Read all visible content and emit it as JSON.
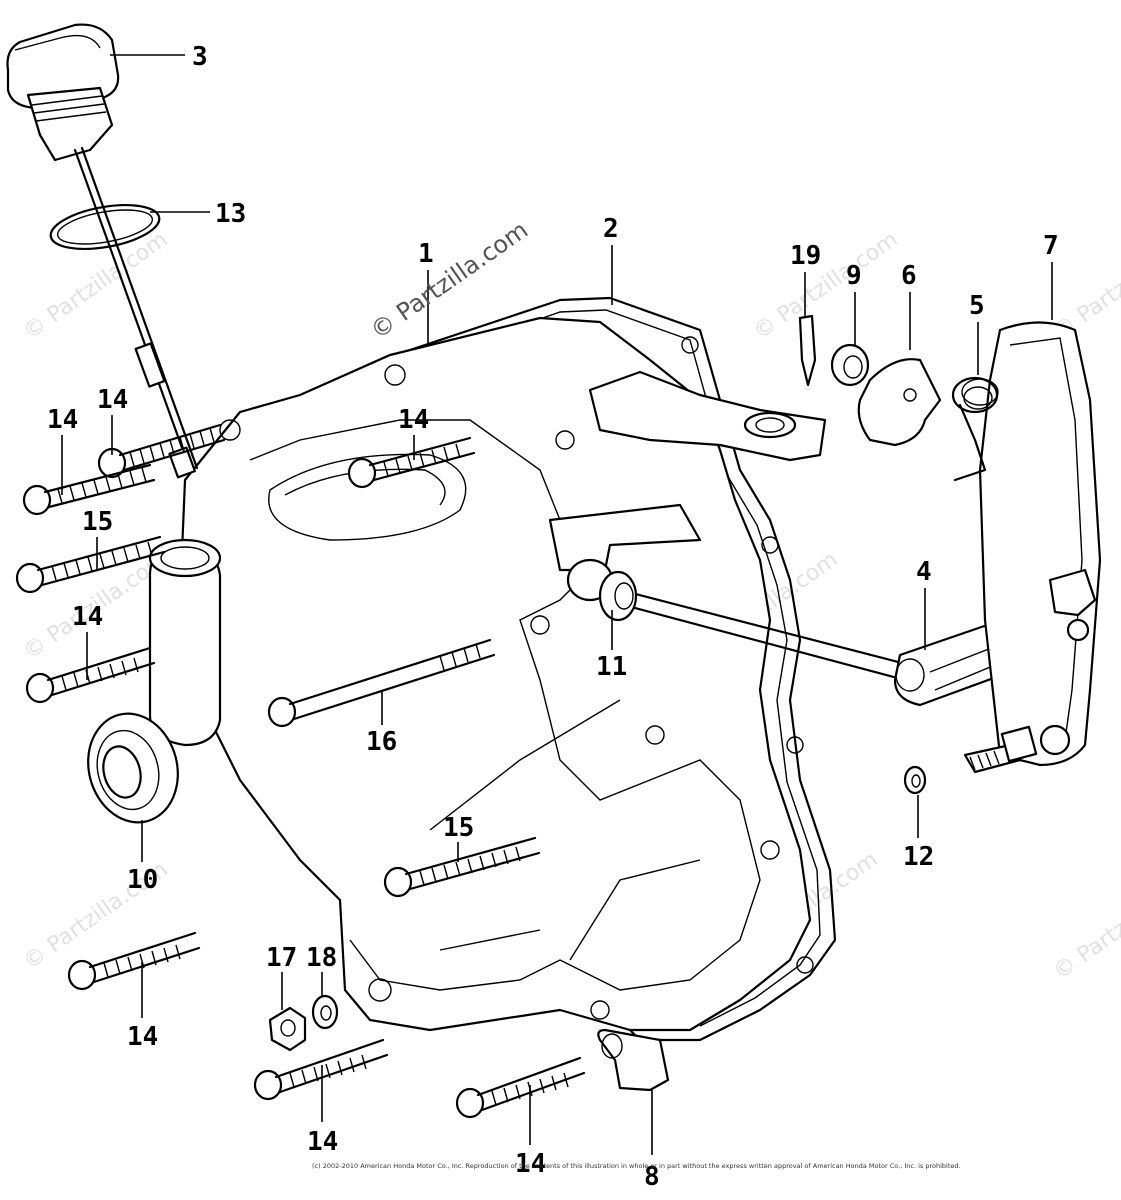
{
  "watermarks": {
    "main": "© Partzilla.com",
    "faint": "© Partzilla.com"
  },
  "callouts": {
    "c1": "1",
    "c2": "2",
    "c3": "3",
    "c4": "4",
    "c5": "5",
    "c6": "6",
    "c7": "7",
    "c8": "8",
    "c9": "9",
    "c10": "10",
    "c11": "11",
    "c12": "12",
    "c13": "13",
    "c14": "14",
    "c15": "15",
    "c16": "16",
    "c17": "17",
    "c18": "18",
    "c19": "19"
  },
  "copyright": "(c) 2002-2010 American Honda Motor Co., Inc. Reproduction of the contents of this illustration in whole or in part without the express written approval of American Honda Motor Co., Inc. is prohibited."
}
